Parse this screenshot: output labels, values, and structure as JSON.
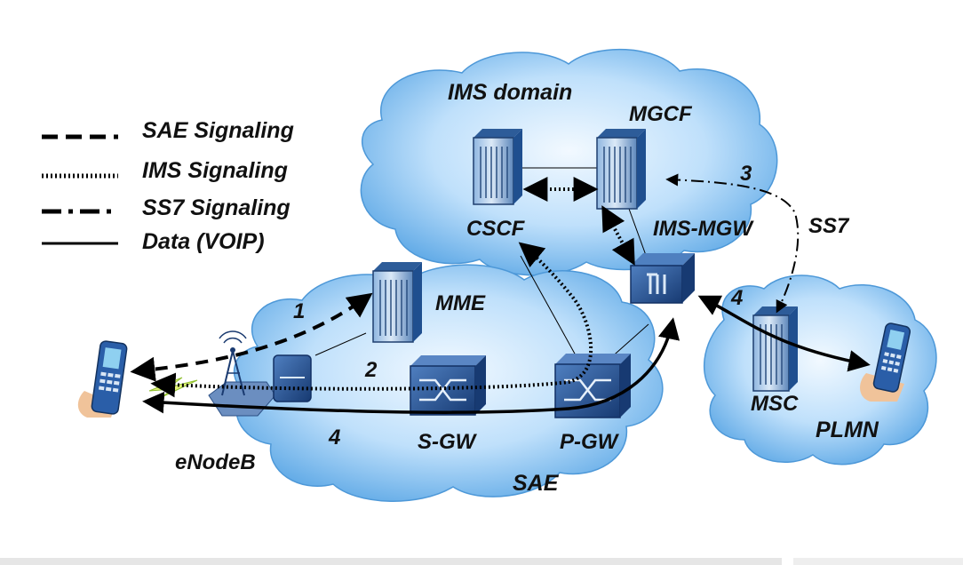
{
  "legend": [
    {
      "label": "SAE Signaling",
      "style": "dashed"
    },
    {
      "label": "IMS Signaling",
      "style": "dotted"
    },
    {
      "label": "SS7 Signaling",
      "style": "dash-dot"
    },
    {
      "label": "Data (VOIP)",
      "style": "solid"
    }
  ],
  "clouds": {
    "ims": "IMS domain",
    "sae": "SAE",
    "plmn": "PLMN"
  },
  "nodes": {
    "cscf": "CSCF",
    "mgcf": "MGCF",
    "ims_mgw": "IMS-MGW",
    "mme": "MME",
    "s_gw": "S-GW",
    "p_gw": "P-GW",
    "enodeb": "eNodeB",
    "msc": "MSC"
  },
  "link_labels": {
    "ss7": "SS7",
    "step1": "1",
    "step2": "2",
    "step3": "3",
    "step4_left": "4",
    "step4_right": "4"
  },
  "colors": {
    "cloud_light": "#dcefff",
    "cloud_dark": "#5aa6e6",
    "cloud_edge": "#2f7fc8",
    "server_dark": "#1f4f8f",
    "server_light": "#a9c8ea"
  }
}
